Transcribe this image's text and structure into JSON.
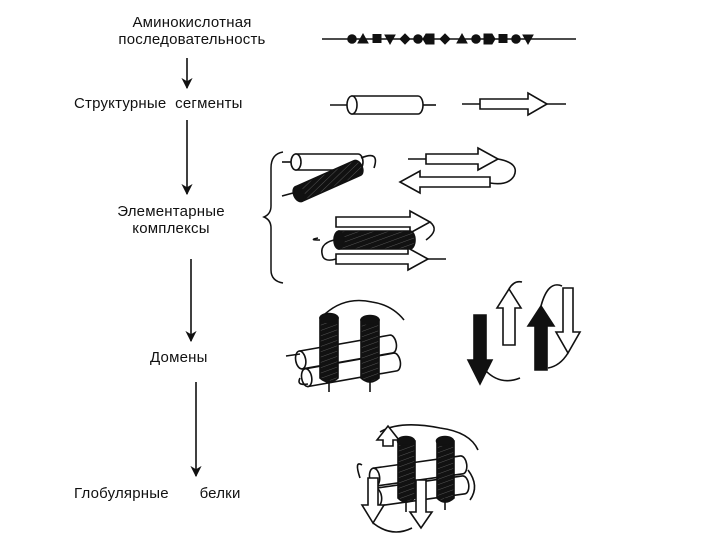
{
  "levels": {
    "amino_line1": "Аминокислотная",
    "amino_line2": "последовательность",
    "segments": "Структурные  сегменты",
    "complexes_line1": "Элементарные",
    "complexes_line2": "комплексы",
    "domains": "Домены",
    "globular_word1": "Глобулярные",
    "globular_word2": "белки"
  },
  "colors": {
    "ink": "#111111",
    "fill_dark": "#111111",
    "fill_light": "#ffffff"
  }
}
